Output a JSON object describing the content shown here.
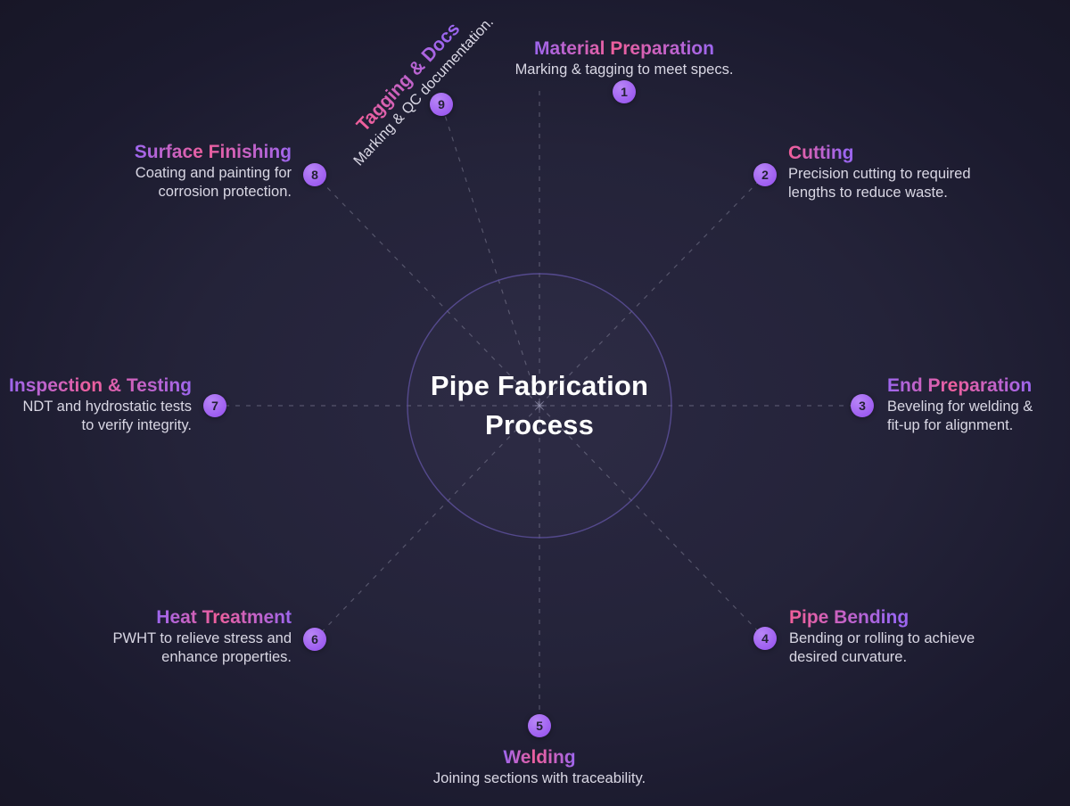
{
  "diagram": {
    "center_title_line1": "Pipe Fabrication",
    "center_title_line2": "Process"
  },
  "colors": {
    "background_outer": "#171626",
    "background_inner": "#2a2842",
    "accent_purple": "#9d66ef",
    "accent_pink": "#ee5f9c",
    "badge_fill": "#9c5bf0",
    "badge_number": "#232135",
    "description_text": "#d9d7e4",
    "center_title_text": "#ffffff",
    "hub_circle_stroke": "#5a4e96",
    "dashed_line": "#a6a6ba"
  },
  "steps": [
    {
      "num": "1",
      "title": "Material Preparation",
      "desc_lines": [
        "Marking & tagging to meet specs."
      ]
    },
    {
      "num": "2",
      "title": "Cutting",
      "desc_lines": [
        "Precision cutting to required",
        "lengths to reduce waste."
      ]
    },
    {
      "num": "3",
      "title": "End Preparation",
      "desc_lines": [
        "Beveling for welding &",
        "fit-up for alignment."
      ]
    },
    {
      "num": "4",
      "title": "Pipe Bending",
      "desc_lines": [
        "Bending or rolling to achieve",
        "desired curvature."
      ]
    },
    {
      "num": "5",
      "title": "Welding",
      "desc_lines": [
        "Joining sections with traceability."
      ]
    },
    {
      "num": "6",
      "title": "Heat Treatment",
      "desc_lines": [
        "PWHT to relieve stress and",
        "enhance properties."
      ]
    },
    {
      "num": "7",
      "title": "Inspection & Testing",
      "desc_lines": [
        "NDT and hydrostatic tests",
        "to verify integrity."
      ]
    },
    {
      "num": "8",
      "title": "Surface Finishing",
      "desc_lines": [
        "Coating and painting for",
        "corrosion protection."
      ]
    },
    {
      "num": "9",
      "title": "Tagging & Docs",
      "desc_lines": [
        "Marking & QC documentation."
      ]
    }
  ]
}
